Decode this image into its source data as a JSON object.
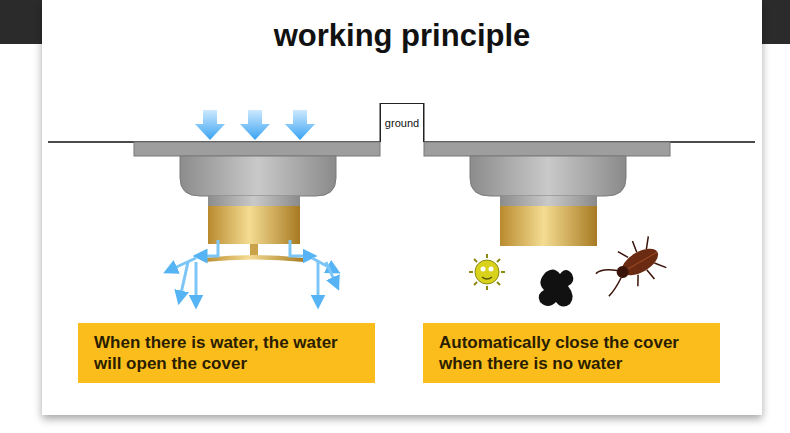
{
  "diagram": {
    "title": "working principle",
    "nodes": [
      {
        "text": [
          "ground"
        ]
      },
      {
        "text": [
          "When there is water, the water will open the cover"
        ]
      },
      {
        "text": [
          "Automatically close the cover when there is no water"
        ]
      }
    ]
  }
}
